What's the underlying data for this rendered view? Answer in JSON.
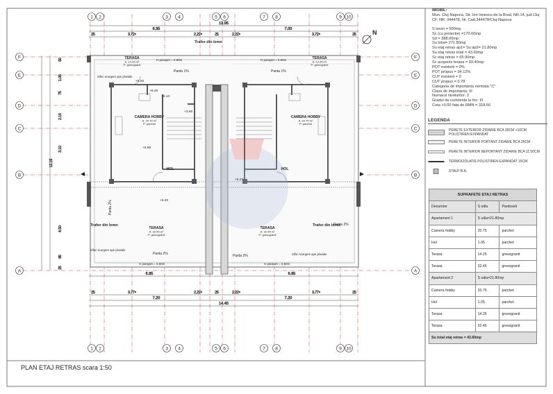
{
  "plan_title": "PLAN ETAJ RETRAS scara 1:50",
  "axes_top": [
    "1",
    "2",
    "3",
    "4",
    "5",
    "6",
    "7",
    "8",
    "9",
    "10"
  ],
  "axes_top_pairs": [
    "1|2",
    "3",
    "4",
    "5|6",
    "7",
    "8",
    "9|10"
  ],
  "axes_left": [
    "F",
    "E",
    "D",
    "C",
    "B",
    "A"
  ],
  "dims_top": {
    "total": "13.95",
    "halves": [
      "6.95",
      "7.00"
    ],
    "row3": [
      "25",
      "3.72⁵",
      "2.22⁵",
      "25",
      "2.22⁵",
      "3.72⁵",
      "25"
    ]
  },
  "dims_bottom": {
    "total": "14.45",
    "halves": [
      "7.20",
      "7.20"
    ],
    "row1": [
      "6.85",
      "6.85"
    ],
    "row3": [
      "25",
      "3.77⁵",
      "2.22⁵",
      "25",
      "2.22⁵",
      "3.77⁵",
      "25"
    ]
  },
  "dims_left": [
    "50",
    "1.05",
    "75",
    "2.15",
    "3.10",
    "4.50",
    "12.15",
    "85",
    "25"
  ],
  "rooms": [
    {
      "name": "TERASA",
      "area": "A: 14.25 m²",
      "floor": "P: gresogranit"
    },
    {
      "name": "TERASA",
      "area": "A: 14.25 m²",
      "floor": "P: gresogranit"
    },
    {
      "name": "CAMERA HOBBY",
      "area": "A: 20.75 m²",
      "floor": "P: parchet"
    },
    {
      "name": "CAMERA HOBBY",
      "area": "A: 20.75 m²",
      "floor": "P: parchet"
    },
    {
      "name": "HOL",
      "area": "",
      "floor": ""
    },
    {
      "name": "HOL",
      "area": "",
      "floor": ""
    },
    {
      "name": "TERASA",
      "area": "A: 32.45 m²",
      "floor": "P: gresogranit"
    },
    {
      "name": "TERASA",
      "area": "A: 32.45 m²",
      "floor": "P: gresogranit"
    }
  ],
  "annotations": {
    "trafor_top": "Trafor din lemn",
    "trafor_left": "Trafor din lemn",
    "trafor_right": "Trafor din lemn",
    "parapet_top": "H parapet = 0.90m",
    "parapet_bottom": "H parapet = 0.90m",
    "panta_1": "Panta 1%",
    "panta_2": "Panta 2%",
    "sifon": "Sifon scurgere ape pluviale",
    "levels": [
      "+6.20",
      "+6.25",
      "+6.10",
      "+5.95",
      "+3.56",
      "+5.27",
      "+6.20"
    ]
  },
  "info": {
    "title": "IMOBIL:",
    "address": [
      "Mun. Cluj-Napoca, Str. Ion Ionescu de la Brad, NR.14, jud.Cluj",
      "CF. NR. 344478, Nr. Cad.344478/Cluj-Napoca"
    ],
    "stats": [
      "S teren = 500mp",
      "Sc (cu proiectie) =170.60mp",
      "Sd = 388.00mp",
      "Su total= 271.80mp",
      "Su etaj retras ap1= Su ap2= 21.80mp",
      "Su etaj retras total = 43.60mp",
      "Sc etaj retras = 65.90mp",
      "Sc acoperis terasa = 93.40mp",
      "POT existent = 0%",
      "POT propus = 34.12%",
      "CUT existent = 0",
      "CUT propus = 0.78",
      "Categoria de importanta normala \"C\"",
      "Clasa de importanta: III",
      "Numarul nivelurilor: 3",
      "Gradul de rezistenta la foc: III",
      "Cota +0.00 fata de RMN = 318.50"
    ]
  },
  "legend": {
    "title": "LEGENDA",
    "items": [
      "PERETE EXTERIOR ZIDARIE BCA 30CM +10CM POLISTIREN EXPANDAT",
      "PERETE INTERIOR PORTANT ZIDARIE BCA 25CM",
      "PERETE INTERIOR NEPORTANT ZIDARIE BCA 11.50CM",
      "TERMOIZOLATIE POLISTIREN EXPANDAT 15CM",
      "STALP B.A."
    ]
  },
  "areas_table": {
    "title": "SUPRAFETE ETAJ RETRAS",
    "headers": [
      "Denumire",
      "S utila",
      "Pardoseli"
    ],
    "groups": [
      {
        "label": "Apartament 1",
        "total": "S utila=21.80mp",
        "rows": [
          [
            "Camera hobby",
            "20.75",
            "parchet"
          ],
          [
            "Hol",
            "1.05",
            "parchet"
          ],
          [
            "Terasa",
            "14.25",
            "gresogranit"
          ],
          [
            "Terasa",
            "32.45",
            "gresogranit"
          ]
        ]
      },
      {
        "label": "Apartament 2",
        "total": "S utila=21.80mp",
        "rows": [
          [
            "Camera hobby",
            "20.75",
            "parchet"
          ],
          [
            "Hol",
            "1.05",
            "parchet"
          ],
          [
            "Terasa",
            "14.25",
            "gresogranit"
          ],
          [
            "Terasa",
            "32.45",
            "gresogranit"
          ]
        ]
      }
    ],
    "footer": "Su total etaj retras = 43.60mp"
  }
}
